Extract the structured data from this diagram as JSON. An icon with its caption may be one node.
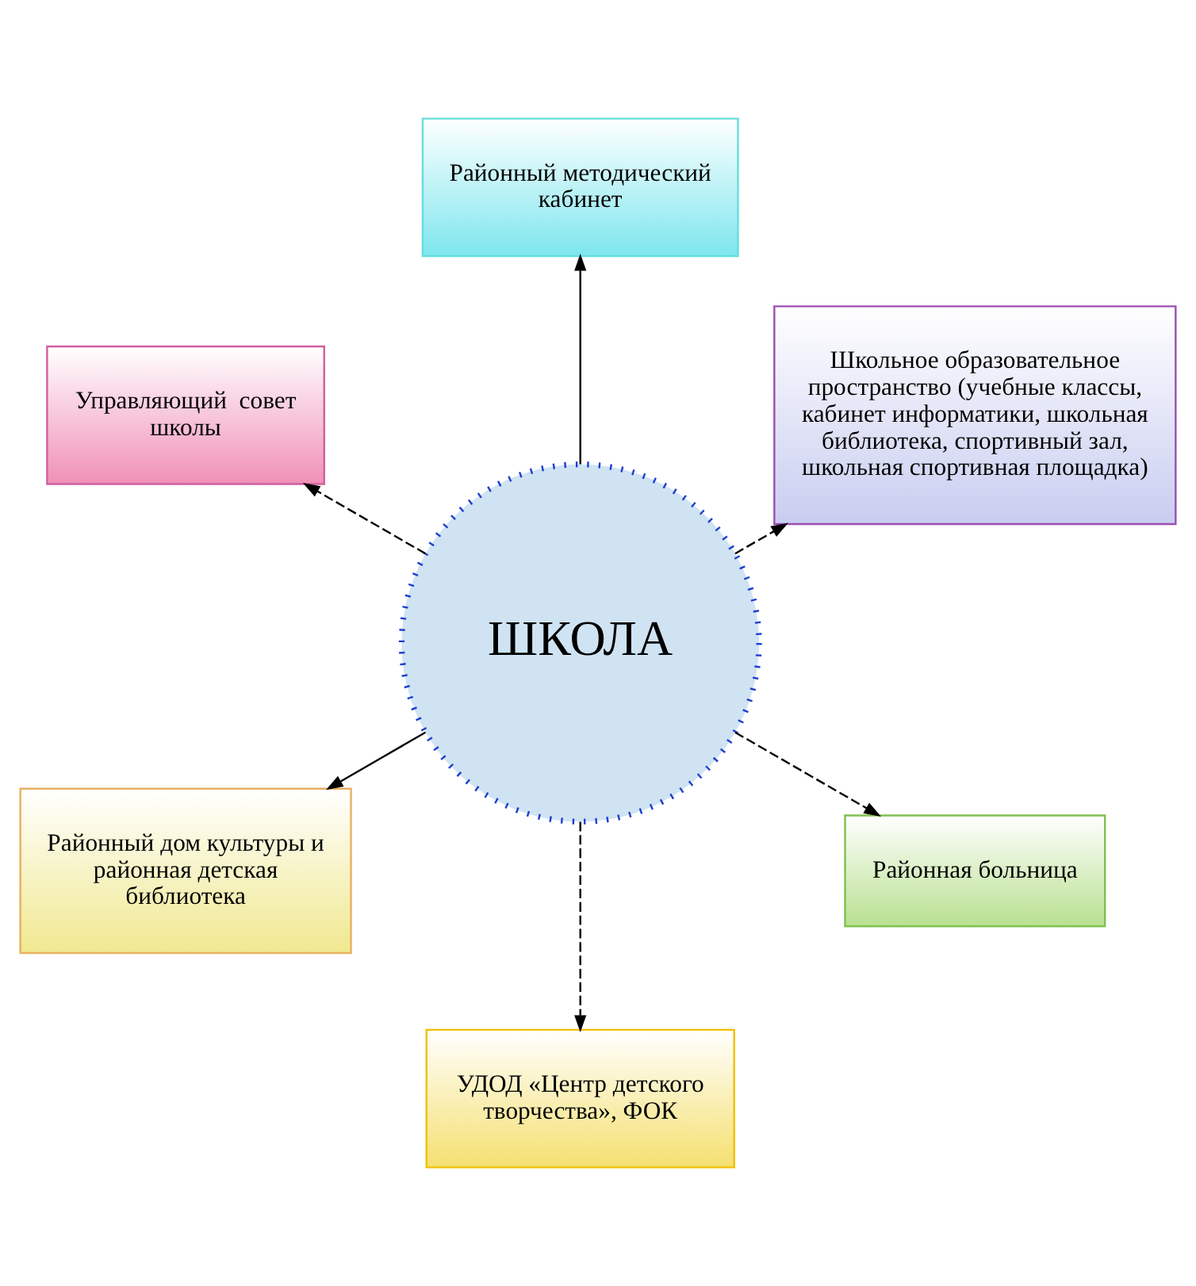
{
  "diagram": {
    "nodes": [
      {
        "text": [
          "Школьное образовательное пространство (учебные классы, кабинет информатики, школьная библиотека, спортивный зал, школьная спортивная площадка)"
        ]
      },
      {
        "text": [
          "Районный методический кабинет"
        ]
      },
      {
        "text": [
          "Управляющий  совет школы"
        ]
      },
      {
        "text": [
          "ШКОЛА"
        ]
      },
      {
        "text": [
          "Районный дом культуры и районная детская библиотека"
        ]
      },
      {
        "text": [
          "УДОД «Центр детского творчества», ФОК"
        ]
      },
      {
        "text": [
          "Районная больница"
        ]
      }
    ],
    "edges": [
      {
        "from": 3,
        "to": 0,
        "arrow": "to",
        "style": "dashed"
      },
      {
        "from": 3,
        "to": 1,
        "arrow": "to"
      },
      {
        "from": 3,
        "to": 2,
        "arrow": "to",
        "style": "dashed"
      },
      {
        "from": 3,
        "to": 4,
        "arrow": "to"
      },
      {
        "from": 3,
        "to": 5,
        "arrow": "to",
        "style": "dashed"
      },
      {
        "from": 3,
        "to": 6,
        "arrow": "to",
        "style": "dashed"
      }
    ]
  }
}
